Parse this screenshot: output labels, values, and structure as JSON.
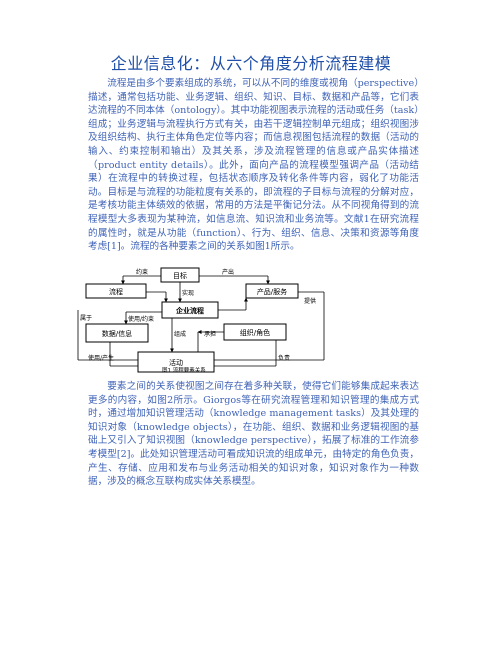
{
  "document": {
    "title": "企业信息化：从六个角度分析流程建模",
    "paragraph1": "流程是由多个要素组成的系统，可以从不同的维度或视角（perspective）描述，通常包括功能、业务逻辑、组织、知识、目标、数据和产品等，它们表达流程的不同本体（ontology）。其中功能视图表示流程的活动或任务（task）组成；业务逻辑与流程执行方式有关，由若干逻辑控制单元组成；组织视图涉及组织结构、执行主体角色定位等内容；而信息视图包括流程的数据（活动的输入、约束控制和输出）及其关系，涉及流程管理的信息或产品实体描述（product entity details）。此外，面向产品的流程模型强调产品（活动结果）在流程中的转换过程，包括状态顺序及转化条件等内容，弱化了功能活动。目标是与流程的功能粒度有关系的，即流程的子目标与流程的分解对应，是考核功能主体绩效的依据，常用的方法是平衡记分法。从不同视角得到的流程模型大多表现为某种流，如信息流、知识流和业务流等。文献1在研究流程的属性时，就是从功能（function）、行为、组织、信息、决策和资源等角度考虑[1]。流程的各种要素之间的关系如图1所示。",
    "paragraph2": "要素之间的关系使视图之间存在着多种关联，使得它们能够集成起来表达更多的内容，如图2所示。Giorgos等在研究流程管理和知识管理的集成方式时，通过增加知识管理活动（knowledge management tasks）及其处理的知识对象（knowledge objects），在功能、组织、数据和业务逻辑视图的基础上又引入了知识视图（knowledge perspective），拓展了标准的工作流参考模型[2]。此处知识管理活动可看成知识流的组成单元，由特定的角色负责，产生、存储、应用和发布与业务活动相关的知识对象，知识对象作为一种数据，涉及的概念互联构成实体关系模型。"
  },
  "figure": {
    "boxes": {
      "goal": "目标",
      "process": "流程",
      "product_service": "产品/服务",
      "enterprise_process": "企业流程",
      "data_info": "数据/信息",
      "org_role": "组织/角色",
      "activity": "活动"
    },
    "labels": {
      "constraint": "约束",
      "output": "产出",
      "implement": "实现",
      "provide": "提供",
      "belong": "属于",
      "use_constraint": "使用/约束",
      "compose": "组成",
      "assume": "承担",
      "use_produce": "使用/产生",
      "responsible": "负责"
    },
    "caption": "图1  流程要素关系"
  }
}
